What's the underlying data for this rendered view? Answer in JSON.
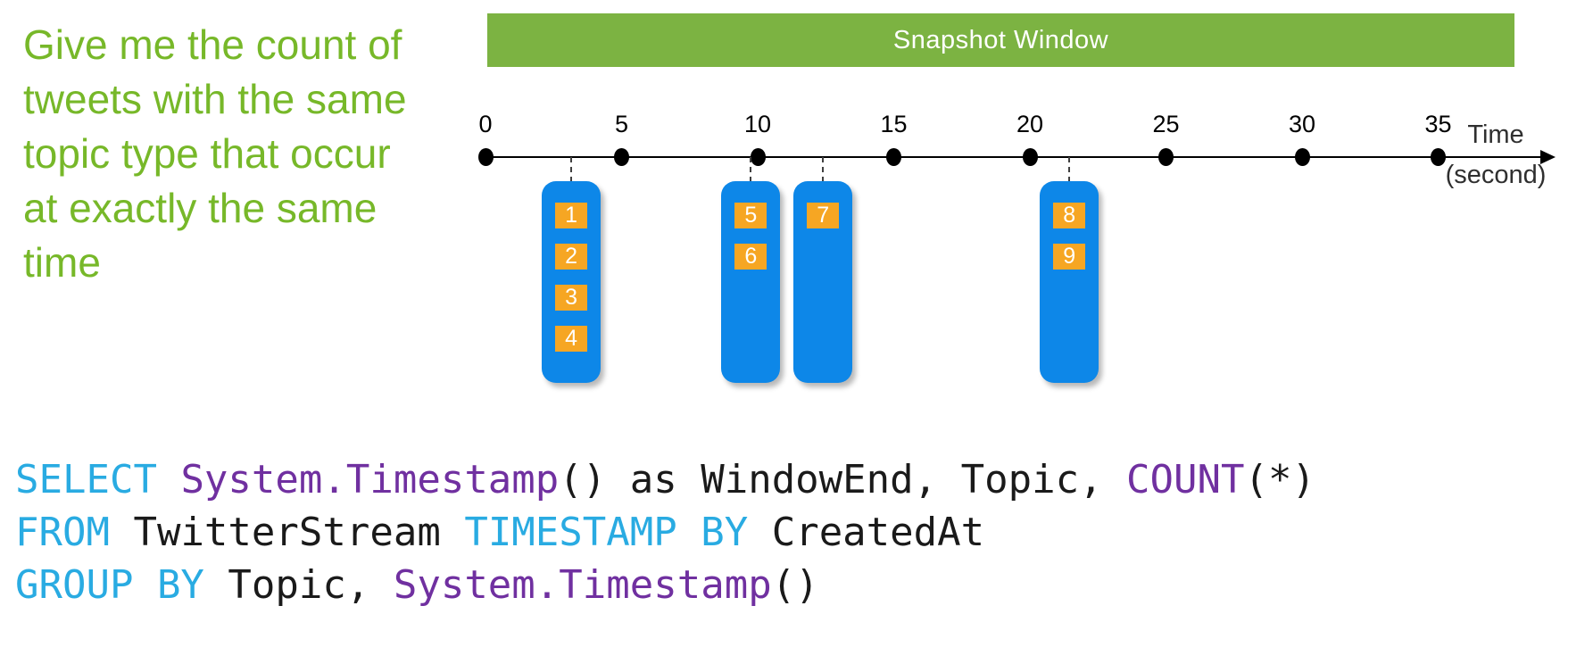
{
  "question": {
    "lines": [
      "Give me the count of",
      "tweets with the same",
      "topic type that occur",
      "at exactly the same",
      "time"
    ],
    "color": "#77B829"
  },
  "banner": {
    "label": "Snapshot Window",
    "bg": "#7CB342",
    "text_color": "#FFFFFF"
  },
  "timeline": {
    "ticks": [
      0,
      5,
      10,
      15,
      20,
      25,
      30,
      35
    ],
    "label": "Time",
    "unit": "(second)"
  },
  "event_groups": [
    {
      "name": "event-group-1",
      "seconds": 3.15,
      "events": [
        "1",
        "2",
        "3",
        "4"
      ]
    },
    {
      "name": "event-group-2",
      "seconds": 9.75,
      "events": [
        "5",
        "6"
      ]
    },
    {
      "name": "event-group-3",
      "seconds": 12.4,
      "events": [
        "7"
      ]
    },
    {
      "name": "event-group-4",
      "seconds": 21.45,
      "events": [
        "8",
        "9"
      ]
    }
  ],
  "colors": {
    "event_blue": "#0D87E8",
    "badge_orange": "#F6A623"
  },
  "code": {
    "colors": {
      "keyword": "#29ABE2",
      "function": "#7030A0",
      "plain": "#1A1A1A"
    },
    "lines": [
      {
        "tokens": [
          {
            "t": "SELECT ",
            "c": "keyword"
          },
          {
            "t": "System.Timestamp",
            "c": "function"
          },
          {
            "t": "() as WindowEnd, Topic, ",
            "c": "plain"
          },
          {
            "t": "COUNT",
            "c": "function"
          },
          {
            "t": "(*)",
            "c": "plain"
          }
        ]
      },
      {
        "tokens": [
          {
            "t": "FROM",
            "c": "keyword"
          },
          {
            "t": " TwitterStream ",
            "c": "plain"
          },
          {
            "t": "TIMESTAMP BY",
            "c": "keyword"
          },
          {
            "t": " CreatedAt",
            "c": "plain"
          }
        ]
      },
      {
        "tokens": [
          {
            "t": "GROUP BY",
            "c": "keyword"
          },
          {
            "t": " Topic, ",
            "c": "plain"
          },
          {
            "t": "System.Timestamp",
            "c": "function"
          },
          {
            "t": "()",
            "c": "plain"
          }
        ]
      }
    ]
  }
}
